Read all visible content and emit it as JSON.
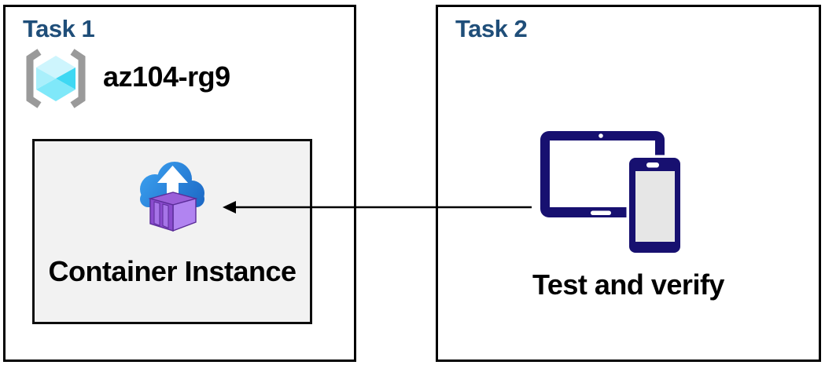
{
  "task1": {
    "title": "Task 1",
    "resource_group": {
      "name": "az104-rg9",
      "icon": "resource-group-icon"
    },
    "container_box": {
      "label": "Container Instance",
      "icon": "container-instance-icon"
    }
  },
  "task2": {
    "title": "Task 2",
    "devices": {
      "label": "Test and verify",
      "icon": "devices-icon"
    }
  },
  "arrow": {
    "from": "devices-icon",
    "to": "container-instance-icon",
    "direction": "right-to-left"
  },
  "colors": {
    "title_blue": "#1F4E79",
    "label_black": "#000000",
    "box_border": "#000000",
    "inner_box_bg": "#F2F2F2",
    "device_navy": "#171070",
    "phone_screen_gray": "#E6E6E6",
    "cloud_blue_light": "#3BA1F0",
    "cloud_blue_dark": "#1C67C4",
    "container_purple_light": "#B184F1",
    "container_purple_mid": "#9A5FD9",
    "container_purple_dark": "#8A4BCE",
    "container_slat": "#A674E8",
    "container_outline": "#5B2D99",
    "bracket_gray": "#9A9A9A",
    "cube_top": "#CEF5FD",
    "cube_left": "#A9EFFB",
    "cube_right": "#3ED8F3",
    "cube_bottom": "#7FE8F9"
  }
}
